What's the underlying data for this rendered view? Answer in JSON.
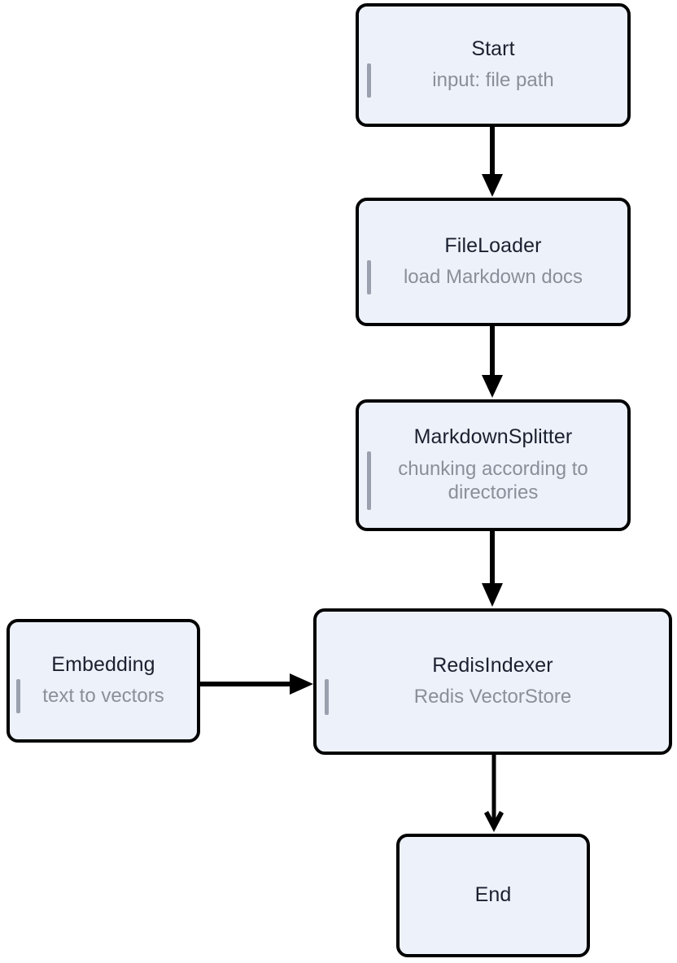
{
  "diagram": {
    "type": "flowchart",
    "orientation": "top-to-bottom",
    "background_color": "#ffffff",
    "node_fill_color": "#edf1f9",
    "node_border_color": "#000000",
    "title_color": "#1b2030",
    "subtitle_color": "#8b8f99",
    "marker_color": "#9aa0ad",
    "arrow_color": "#000000",
    "nodes": [
      {
        "id": "start",
        "title": "Start",
        "subtitle": "input: file path",
        "has_marker": true
      },
      {
        "id": "file-loader",
        "title": "FileLoader",
        "subtitle": "load Markdown docs",
        "has_marker": true
      },
      {
        "id": "markdown-splitter",
        "title": "MarkdownSplitter",
        "subtitle": "chunking according to directories",
        "has_marker": true
      },
      {
        "id": "embedding",
        "title": "Embedding",
        "subtitle": "text to vectors",
        "has_marker": true
      },
      {
        "id": "redis-indexer",
        "title": "RedisIndexer",
        "subtitle": "Redis VectorStore",
        "has_marker": true
      },
      {
        "id": "end",
        "title": "End",
        "subtitle": "",
        "has_marker": false
      }
    ],
    "edges": [
      {
        "id": "start-to-file-loader",
        "from": "start",
        "to": "file-loader",
        "direction": "down"
      },
      {
        "id": "file-loader-to-markdown-splitter",
        "from": "file-loader",
        "to": "markdown-splitter",
        "direction": "down"
      },
      {
        "id": "markdown-splitter-to-redis-indexer",
        "from": "markdown-splitter",
        "to": "redis-indexer",
        "direction": "down"
      },
      {
        "id": "embedding-to-redis-indexer",
        "from": "embedding",
        "to": "redis-indexer",
        "direction": "right"
      },
      {
        "id": "redis-indexer-to-end",
        "from": "redis-indexer",
        "to": "end",
        "direction": "down"
      }
    ]
  }
}
